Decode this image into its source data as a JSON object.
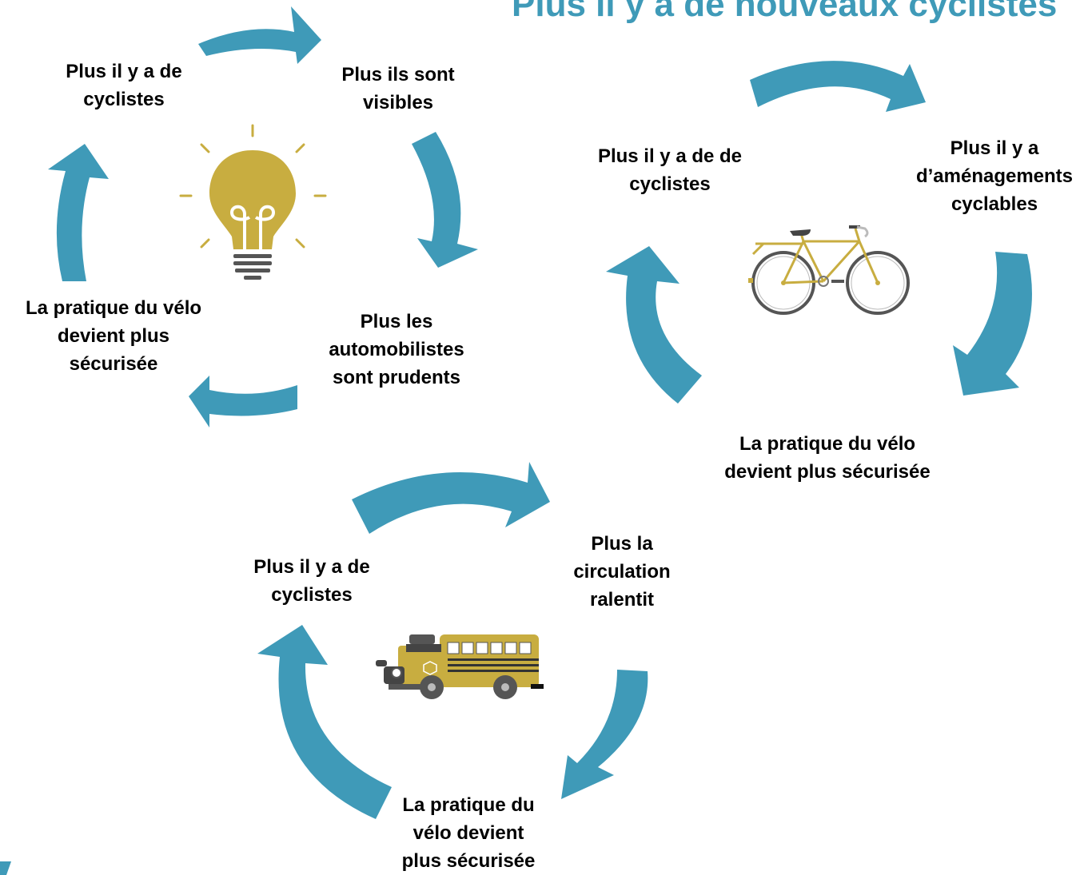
{
  "title": "Plus il y a de nouveaux cyclistes",
  "colors": {
    "arrow": "#3f9ab8",
    "accent": "#c8ad40",
    "title": "#3f9ab8",
    "text": "#000000"
  },
  "icons": {
    "cycle1": "lightbulb-icon",
    "cycle2": "bicycle-icon",
    "cycle3": "school-bus-icon"
  },
  "cycle1": {
    "top_left": "Plus il y a de\ncyclistes",
    "top_right": "Plus ils sont\nvisibles",
    "bottom_right": "Plus les\nautomobilistes\nsont prudents",
    "bottom_left": "La pratique du vélo\ndevient plus\nsécurisée"
  },
  "cycle2": {
    "left": "Plus il y a de de\ncyclistes",
    "right": "Plus il y a\nd’aménagements\ncyclables",
    "bottom": "La pratique du vélo\ndevient plus sécurisée"
  },
  "cycle3": {
    "left": "Plus il y a de\ncyclistes",
    "right": "Plus la\ncirculation\nralentit",
    "bottom": "La pratique du\nvélo devient\nplus sécurisée"
  }
}
